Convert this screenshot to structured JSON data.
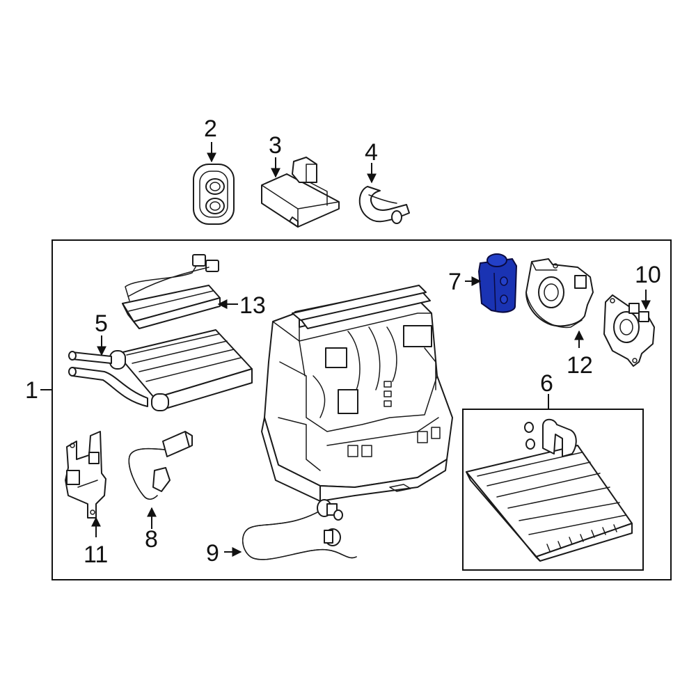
{
  "diagram": {
    "accent_color": "#1a33b3",
    "callouts": {
      "c1": "1",
      "c2": "2",
      "c3": "3",
      "c4": "4",
      "c5": "5",
      "c6": "6",
      "c7": "7",
      "c8": "8",
      "c9": "9",
      "c10": "10",
      "c11": "11",
      "c12": "12",
      "c13": "13"
    },
    "highlighted_part": "7"
  }
}
